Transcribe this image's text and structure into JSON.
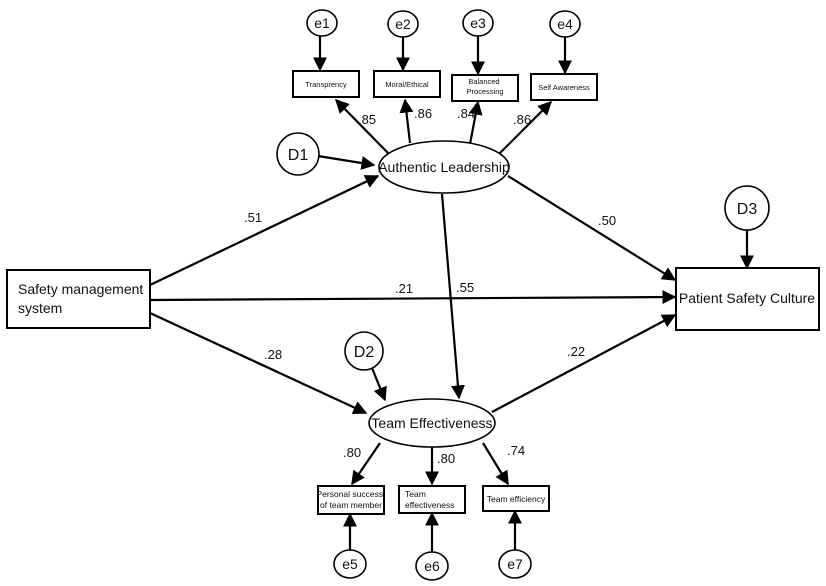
{
  "exogenous": {
    "safety_management_system": [
      "Safety management",
      "system"
    ]
  },
  "mediators": {
    "authentic_leadership": "Authentic Leadership",
    "team_effectiveness": "Team Effectiveness"
  },
  "outcome": {
    "patient_safety_culture": "Patient Safety Culture"
  },
  "indicators": {
    "transparency": [
      "Transprency"
    ],
    "moral_ethical": [
      "Moral/Ethical"
    ],
    "balanced_processing": [
      "Balanced",
      "Processing"
    ],
    "self_awareness": [
      "Self Awareness"
    ],
    "personal_success": [
      "Personal success",
      "of team member"
    ],
    "team_effectiveness_item": [
      "Team",
      "effectiveness"
    ],
    "team_efficiency": [
      "Team efficiency"
    ]
  },
  "errors": {
    "e1": "e1",
    "e2": "e2",
    "e3": "e3",
    "e4": "e4",
    "e5": "e5",
    "e6": "e6",
    "e7": "e7"
  },
  "disturbances": {
    "d1": "D1",
    "d2": "D2",
    "d3": "D3"
  },
  "coefficients": {
    "sms_to_al": ".51",
    "sms_to_psc": ".21",
    "sms_to_te": ".28",
    "al_to_te": ".55",
    "al_to_psc": ".50",
    "te_to_psc": ".22",
    "al_transparency": ".85",
    "al_moral": ".86",
    "al_balanced": ".84",
    "al_self": ".86",
    "te_personal": ".80",
    "te_team": ".80",
    "te_efficiency": ".74"
  }
}
